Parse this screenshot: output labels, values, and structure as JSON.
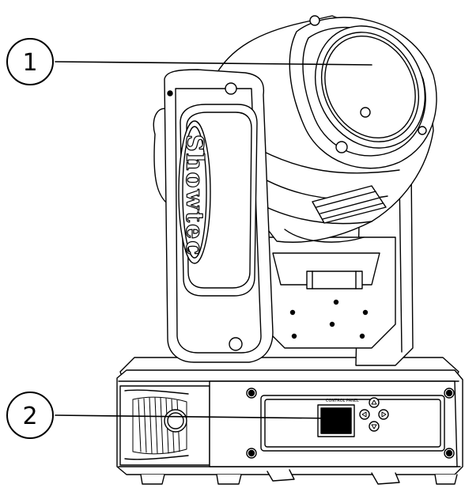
{
  "callouts": [
    {
      "number": "1",
      "target": "lens"
    },
    {
      "number": "2",
      "target": "control panel"
    }
  ],
  "logo_text": "Showtec",
  "panel": {
    "label": "CONTROL PANEL",
    "buttons": [
      "up",
      "left",
      "right",
      "down"
    ]
  },
  "colors": {
    "line": "#000000",
    "fill": "#ffffff"
  }
}
